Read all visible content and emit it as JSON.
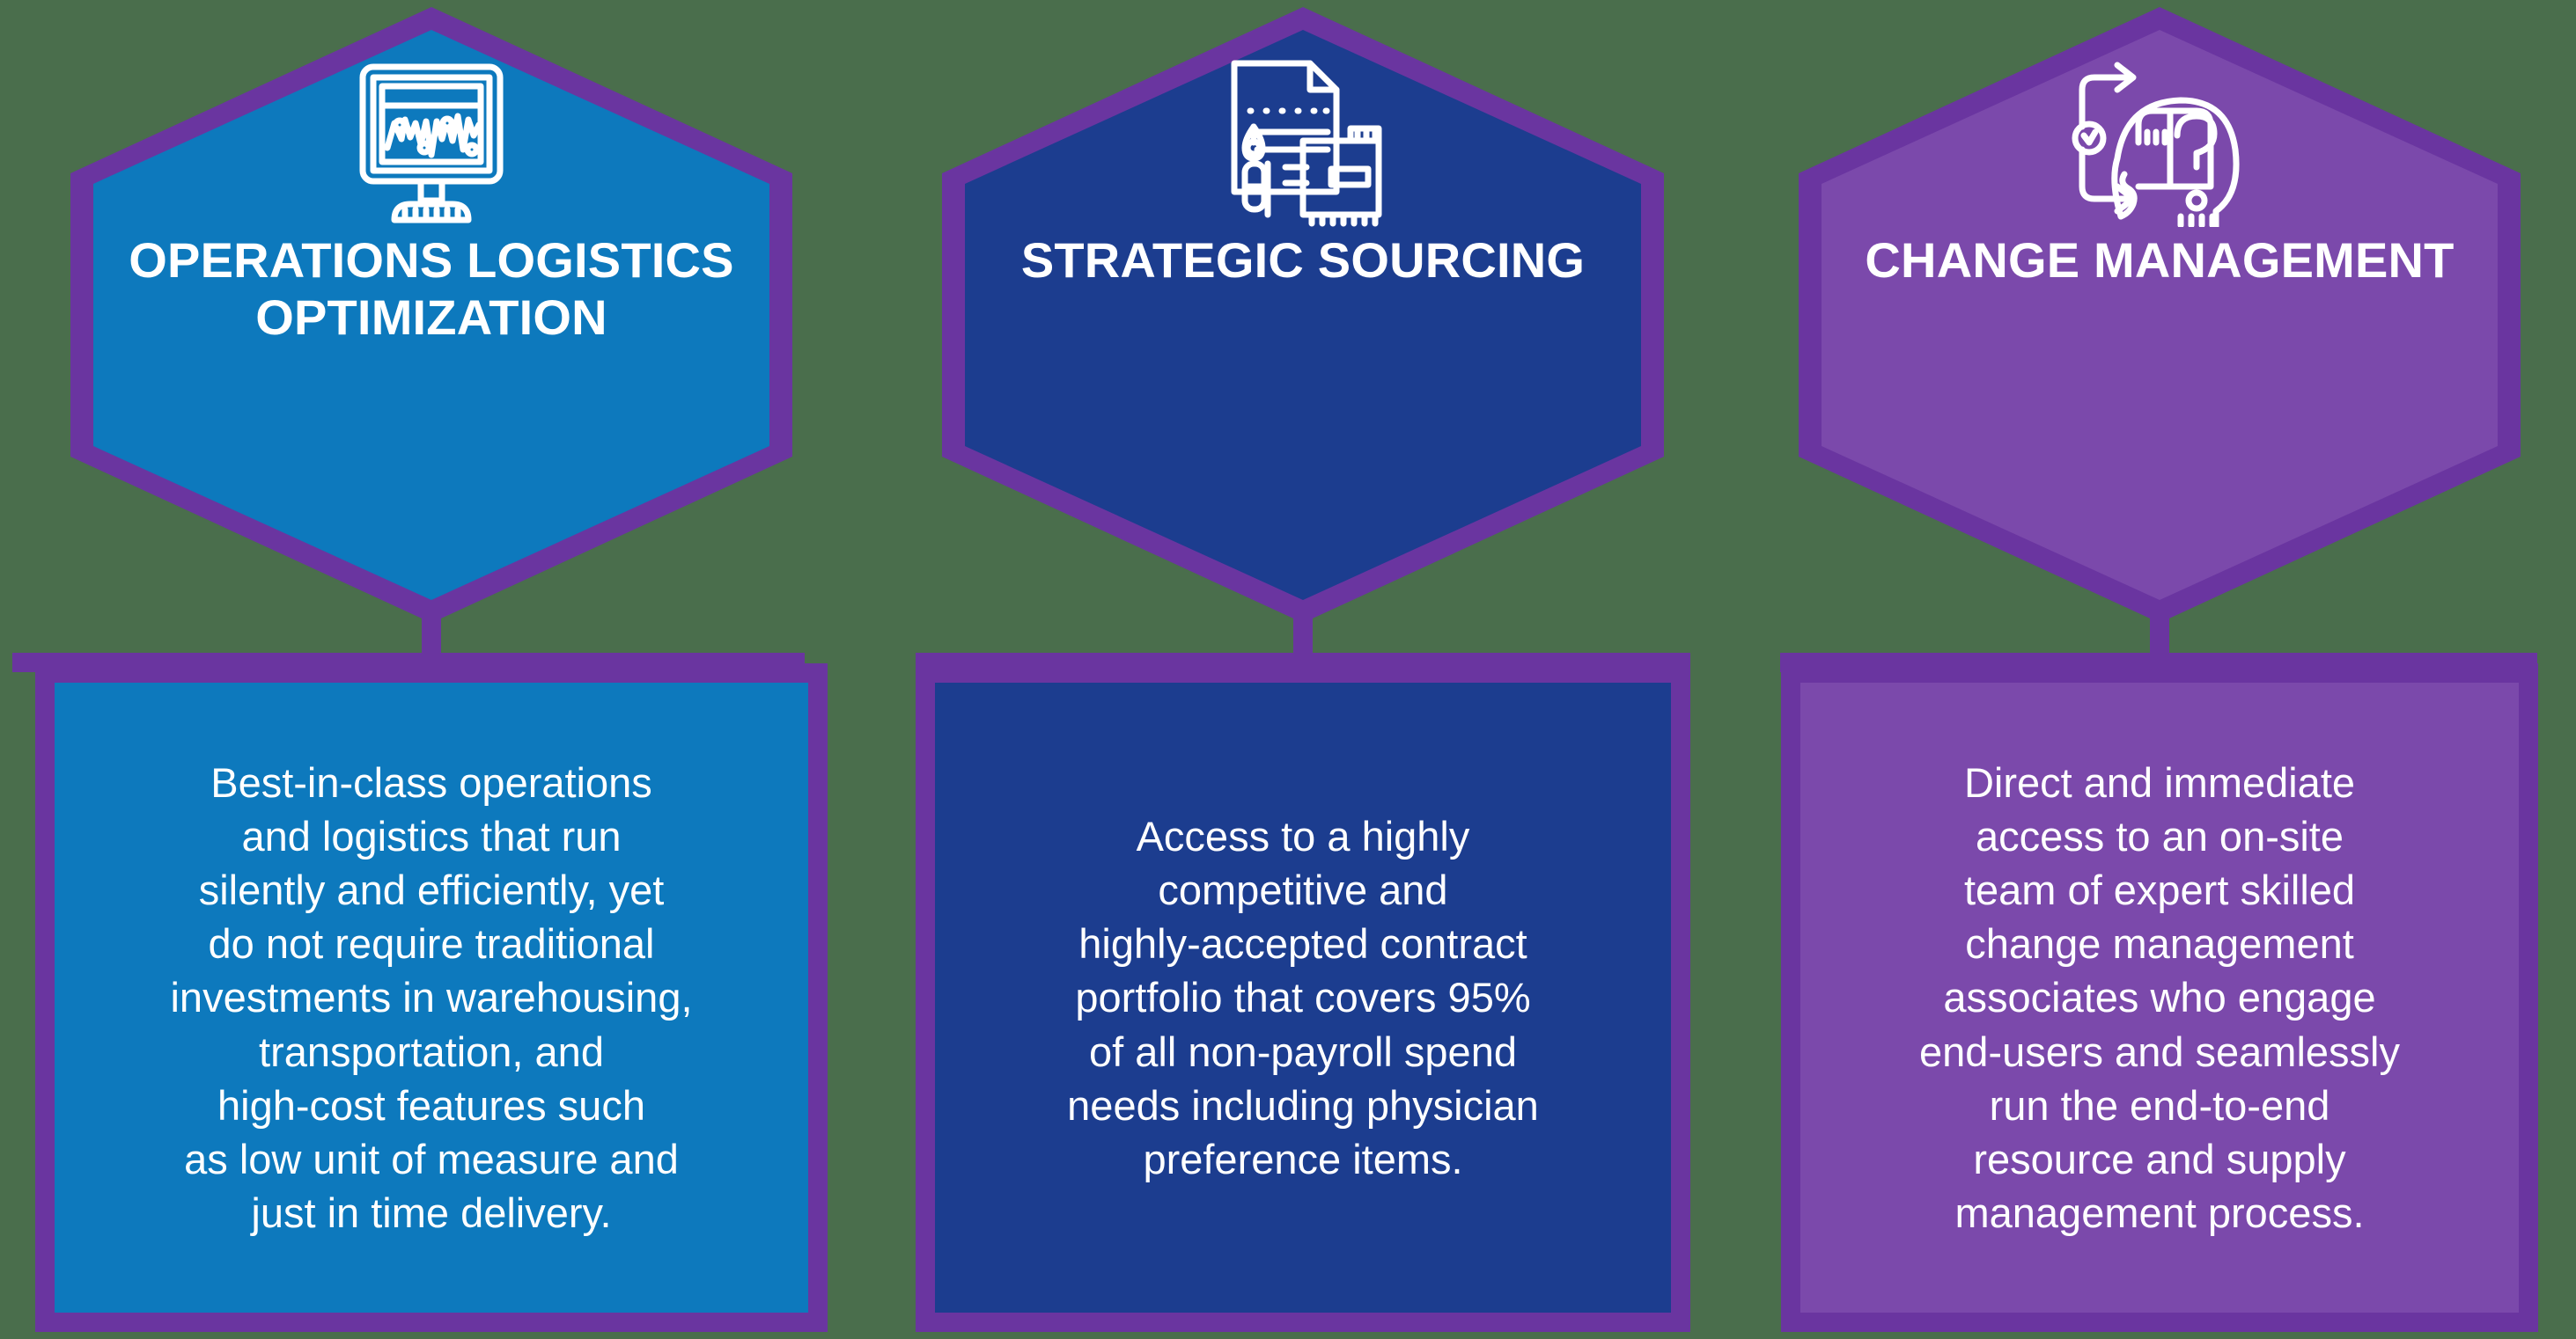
{
  "theme": {
    "background": "#4a6e4c",
    "purple_outline": "#6a35a0",
    "white": "#ffffff"
  },
  "columns": [
    {
      "id": "operations-logistics-optimization",
      "icon": "monitor-chart-icon",
      "title": "OPERATIONS\nLOGISTICS\nOPTIMIZATION",
      "body": "Best-in-class operations\nand logistics that run\nsilently and efficiently, yet\ndo not require traditional\ninvestments in warehousing,\ntransportation, and\nhigh-cost features such\nas low unit of measure and\njust in time delivery.",
      "fill": "#0d79bd",
      "outline": "#6a35a0"
    },
    {
      "id": "strategic-sourcing",
      "icon": "contract-pen-icon",
      "title": "STRATEGIC\nSOURCING",
      "body": "Access to a highly\ncompetitive and\nhighly-accepted contract\nportfolio that covers 95%\nof all non-payroll spend\nneeds including physician\npreference items.",
      "fill": "#1c3d8f",
      "outline": "#6a35a0"
    },
    {
      "id": "change-management",
      "icon": "head-question-arrows-icon",
      "title": "CHANGE\nMANAGEMENT",
      "body": "Direct and immediate\naccess to an on-site\nteam of expert skilled\nchange management\nassociates who engage\nend-users and seamlessly\nrun the end-to-end\nresource and supply\nmanagement process.",
      "fill": "#7b49ab",
      "outline": "#6a35a0"
    }
  ]
}
